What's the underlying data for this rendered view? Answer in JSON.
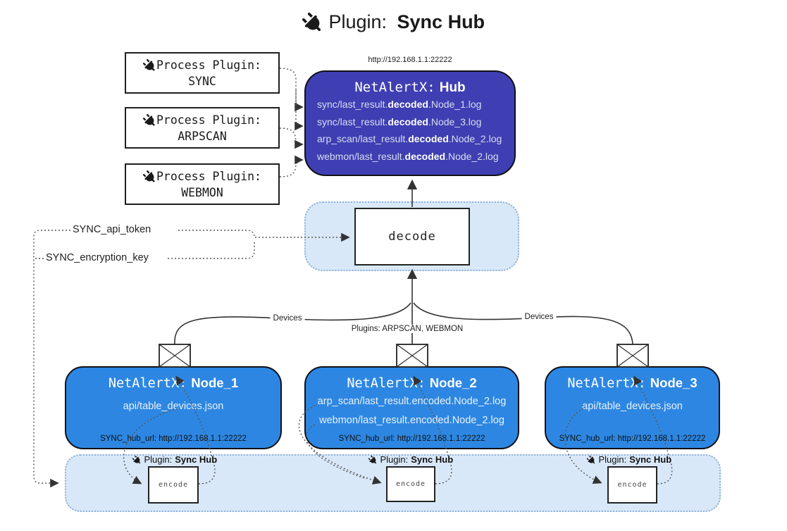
{
  "title": {
    "prefix": "Plugin:",
    "name": "Sync Hub"
  },
  "process_plugins": [
    {
      "label": "Process Plugin:",
      "name": "SYNC"
    },
    {
      "label": "Process Plugin:",
      "name": "ARPSCAN"
    },
    {
      "label": "Process Plugin:",
      "name": "WEBMON"
    }
  ],
  "hub": {
    "url": "http://192.168.1.1:22222",
    "title_prefix": "NetAlertX:",
    "title_name": "Hub",
    "files": [
      {
        "pre": "sync/last_result.",
        "mid": "decoded",
        "post": ".Node_1.log"
      },
      {
        "pre": "sync/last_result.",
        "mid": "decoded",
        "post": ".Node_3.log"
      },
      {
        "pre": "arp_scan/last_result.",
        "mid": "decoded",
        "post": ".Node_2.log"
      },
      {
        "pre": "webmon/last_result.",
        "mid": "decoded",
        "post": ".Node_2.log"
      }
    ]
  },
  "decode": {
    "label": "decode"
  },
  "settings": {
    "api_token": "SYNC_api_token",
    "encryption_key": "SYNC_encryption_key"
  },
  "edges": {
    "left_devices": "Devices",
    "right_devices": "Devices",
    "plugins": "Plugins: ARPSCAN, WEBMON"
  },
  "nodes": [
    {
      "title_prefix": "NetAlertX:",
      "title_name": "Node_1",
      "files": [
        "api/table_devices.json"
      ],
      "hub_url": "SYNC_hub_url: http://192.168.1.1:22222"
    },
    {
      "title_prefix": "NetAlertX:",
      "title_name": "Node_2",
      "files": [
        "arp_scan/last_result.encoded.Node_2.log",
        "webmon/last_result.encoded.Node_2.log"
      ],
      "hub_url": "SYNC_hub_url: http://192.168.1.1:22222"
    },
    {
      "title_prefix": "NetAlertX:",
      "title_name": "Node_3",
      "files": [
        "api/table_devices.json"
      ],
      "hub_url": "SYNC_hub_url: http://192.168.1.1:22222"
    }
  ],
  "encoders": [
    {
      "label_prefix": "Plugin:",
      "label_name": "Sync Hub",
      "box": "encode"
    },
    {
      "label_prefix": "Plugin:",
      "label_name": "Sync Hub",
      "box": "encode"
    },
    {
      "label_prefix": "Plugin:",
      "label_name": "Sync Hub",
      "box": "encode"
    }
  ],
  "colors": {
    "hub_fill": "#3f3fb3",
    "node_fill": "#2d87e2",
    "container_fill": "#d9e8f8",
    "container_border": "#8fb3d9",
    "line": "#333333"
  }
}
